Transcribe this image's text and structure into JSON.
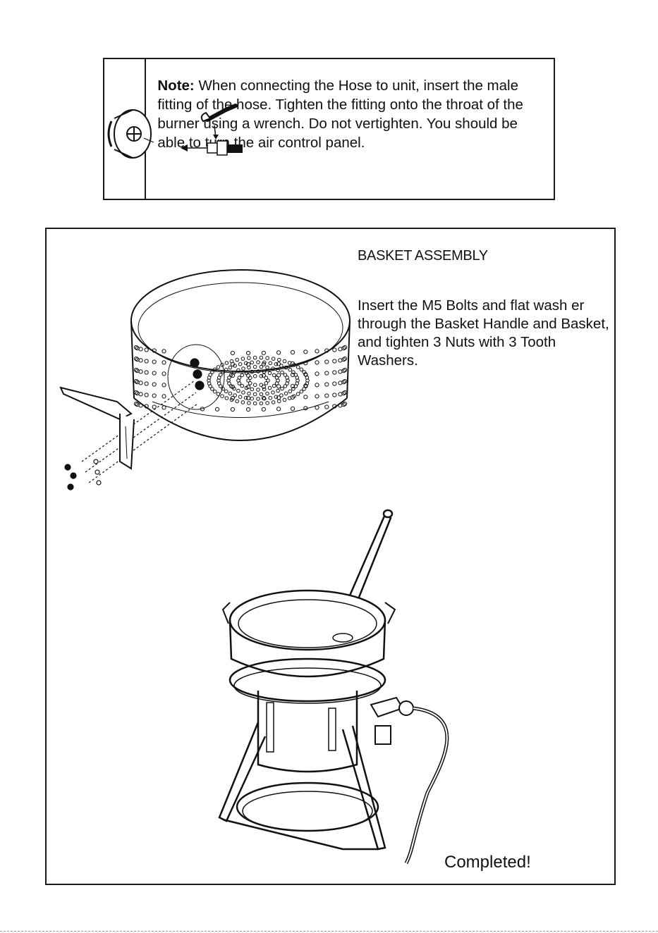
{
  "note": {
    "label": "Note:",
    "text": " When connecting the Hose to unit, insert the male fitting of the hose. Tighten the fitting onto the throat of the burner using a wrench. Do not vertighten. You should be able to turn the air control panel."
  },
  "basket": {
    "title": "BASKET ASSEMBLY",
    "instructions": "Insert the M5 Bolts and flat wash er through the Basket Handle and Basket, and tighten 3 Nuts with 3 Tooth Washers."
  },
  "completed_label": "Completed!"
}
